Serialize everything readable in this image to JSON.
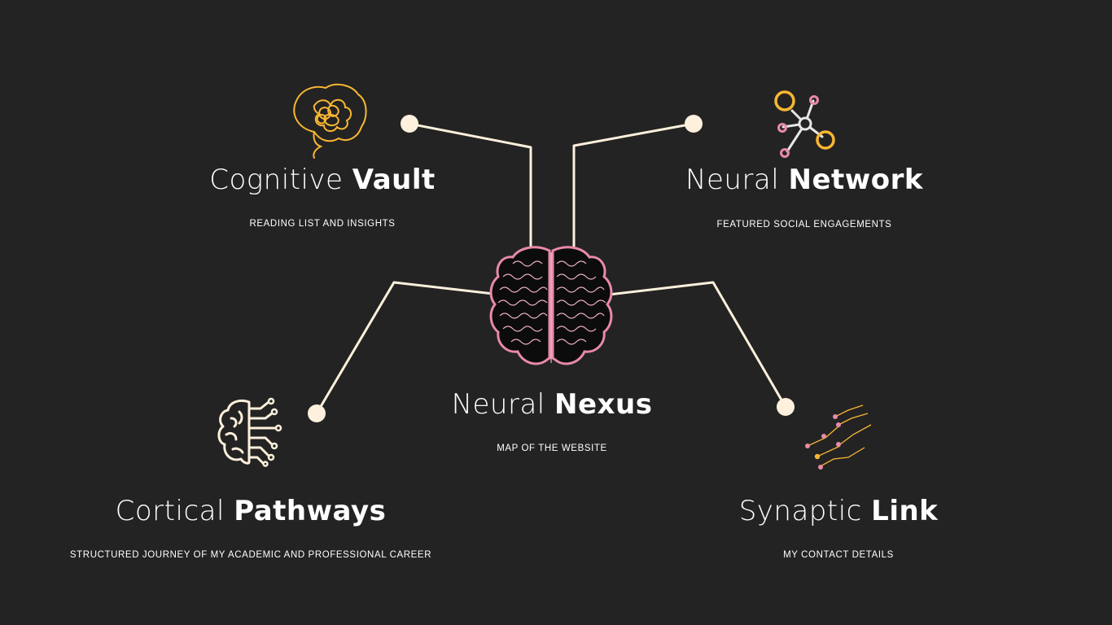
{
  "colors": {
    "background": "#242323",
    "connector": "#fdf0dc",
    "text": "#ffffff",
    "brain_outline": "#e88aa7",
    "accent_yellow": "#f7b733",
    "accent_pink": "#e88aa7",
    "accent_grey": "#e6e6e6"
  },
  "nodes": {
    "cognitive_vault": {
      "title_regular": "Cognitive",
      "title_bold": "Vault",
      "subtitle": "READING LIST AND INSIGHTS",
      "icon": "tangled-brain-icon"
    },
    "neural_network": {
      "title_regular": "Neural",
      "title_bold": "Network",
      "subtitle": "FEATURED SOCIAL ENGAGEMENTS",
      "icon": "network-nodes-icon"
    },
    "neural_nexus": {
      "title_regular": "Neural",
      "title_bold": "Nexus",
      "subtitle": "MAP OF THE WEBSITE",
      "icon": "brain-icon"
    },
    "cortical_pathways": {
      "title_regular": "Cortical",
      "title_bold": "Pathways",
      "subtitle": "STRUCTURED JOURNEY OF MY ACADEMIC AND PROFESSIONAL CAREER",
      "icon": "circuit-brain-icon"
    },
    "synaptic_link": {
      "title_regular": "Synaptic",
      "title_bold": "Link",
      "subtitle": "MY CONTACT DETAILS",
      "icon": "circuit-traces-icon"
    }
  }
}
